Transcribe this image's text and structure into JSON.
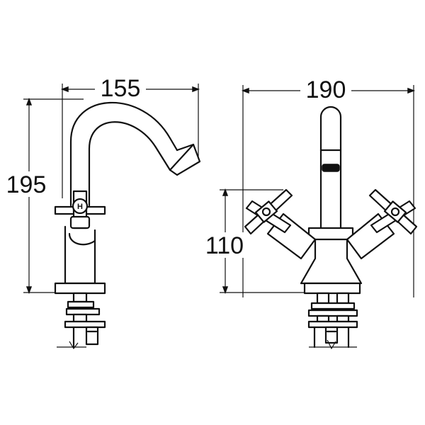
{
  "dimensions": {
    "width_side": "155",
    "height_total": "195",
    "width_front": "190",
    "height_spout": "110"
  },
  "handle_marker": "H",
  "colors": {
    "line": "#111111",
    "background": "#ffffff"
  }
}
